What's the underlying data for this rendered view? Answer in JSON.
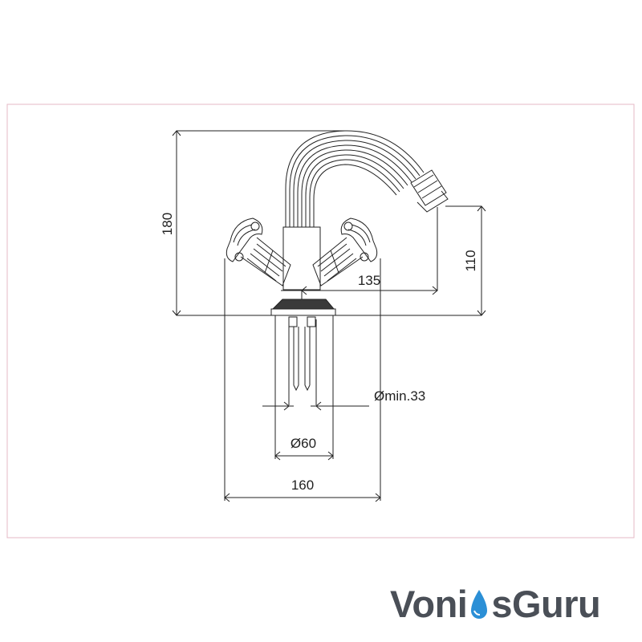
{
  "drawing": {
    "dimensions": {
      "height_total": "180",
      "spout_height": "110",
      "spout_reach": "135",
      "hole_diameter": "Ømin.33",
      "base_diameter": "Ø60",
      "handle_span": "160"
    }
  },
  "logo": {
    "part1": "Voni",
    "part2": "sGuru",
    "colors": {
      "text": "#4a4f57",
      "drop": "#2b8fd6"
    }
  },
  "colors": {
    "frame": "#e5b8c4",
    "lines": "#222222"
  }
}
